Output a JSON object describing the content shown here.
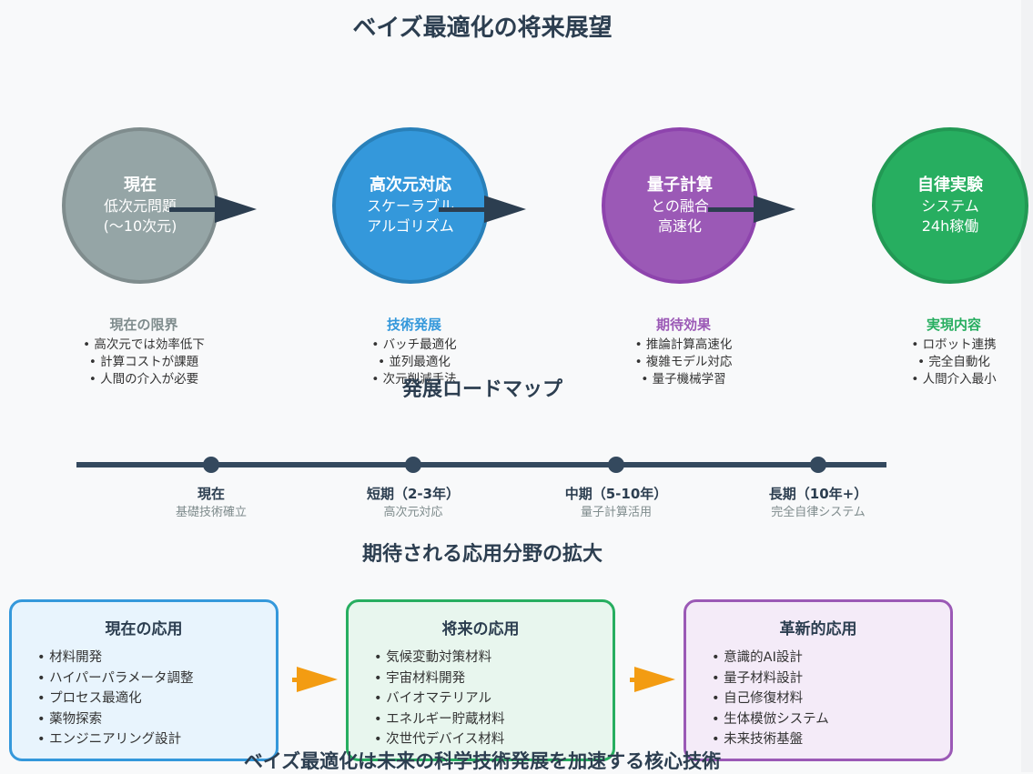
{
  "title": "ベイズ最適化の将来展望",
  "stages": [
    {
      "title": "現在",
      "lines": [
        "低次元問題",
        "(〜10次元)"
      ],
      "color": "#95a5a6",
      "border": "#7f8c8d",
      "desc_title": "現在の限界",
      "desc_color": "#7f8c8d",
      "desc_items": [
        "• 高次元では効率低下",
        "• 計算コストが課題",
        "• 人間の介入が必要"
      ]
    },
    {
      "title": "高次元対応",
      "lines": [
        "スケーラブル",
        "アルゴリズム"
      ],
      "color": "#3498db",
      "border": "#2980b9",
      "desc_title": "技術発展",
      "desc_color": "#3498db",
      "desc_items": [
        "• バッチ最適化",
        "• 並列最適化",
        "• 次元削減手法"
      ]
    },
    {
      "title": "量子計算",
      "lines": [
        "との融合",
        "高速化"
      ],
      "color": "#9b59b6",
      "border": "#8e44ad",
      "desc_title": "期待効果",
      "desc_color": "#9b59b6",
      "desc_items": [
        "• 推論計算高速化",
        "• 複雑モデル対応",
        "• 量子機械学習"
      ]
    },
    {
      "title": "自律実験",
      "lines": [
        "システム",
        "24h稼働"
      ],
      "color": "#27ae60",
      "border": "#229954",
      "desc_title": "実現内容",
      "desc_color": "#27ae60",
      "desc_items": [
        "• ロボット連携",
        "• 完全自動化",
        "• 人間介入最小"
      ]
    }
  ],
  "roadmap": {
    "title": "発展ロードマップ",
    "milestones": [
      {
        "label": "現在",
        "sub": "基礎技術確立"
      },
      {
        "label": "短期（2-3年）",
        "sub": "高次元対応"
      },
      {
        "label": "中期（5-10年）",
        "sub": "量子計算活用"
      },
      {
        "label": "長期（10年+）",
        "sub": "完全自律システム"
      }
    ]
  },
  "applications": {
    "title": "期待される応用分野の拡大",
    "boxes": [
      {
        "title": "現在の応用",
        "border": "#3498db",
        "bg": "#e8f4fd",
        "items": [
          "• 材料開発",
          "• ハイパーパラメータ調整",
          "• プロセス最適化",
          "• 薬物探索",
          "• エンジニアリング設計"
        ]
      },
      {
        "title": "将来の応用",
        "border": "#27ae60",
        "bg": "#e8f6ee",
        "items": [
          "• 気候変動対策材料",
          "• 宇宙材料開発",
          "• バイオマテリアル",
          "• エネルギー貯蔵材料",
          "• 次世代デバイス材料"
        ]
      },
      {
        "title": "革新的応用",
        "border": "#9b59b6",
        "bg": "#f4ebf8",
        "items": [
          "• 意識的AI設計",
          "• 量子材料設計",
          "• 自己修復材料",
          "• 生体模倣システム",
          "• 未来技術基盤"
        ]
      }
    ],
    "arrow_color": "#f39c12"
  },
  "footer": "ベイズ最適化は未来の科学技術発展を加速する核心技術",
  "colors": {
    "arrow_dark": "#2c3e50",
    "text": "#2c3e50"
  }
}
